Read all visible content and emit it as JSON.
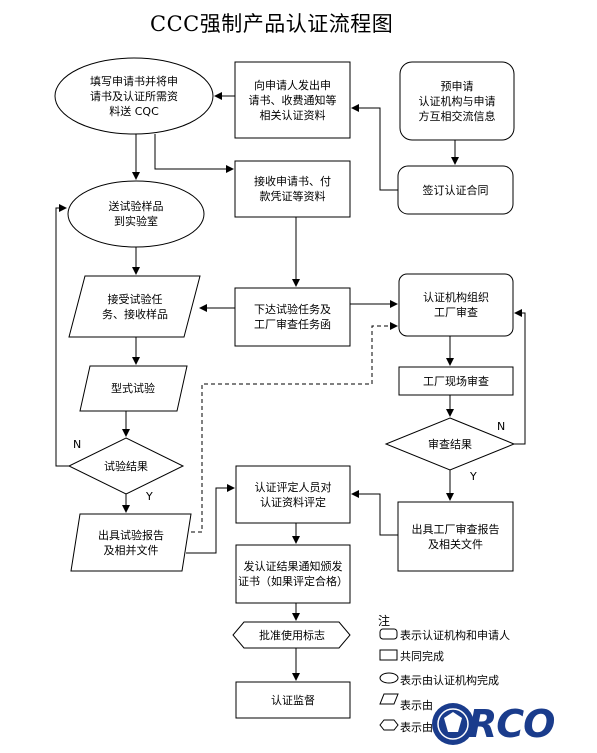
{
  "title": "CCC强制产品认证流程图",
  "nodes": {
    "fill_application": "填写申请书并将申\n请书及认证所需资\n料送 CQC",
    "send_application": "向申请人发出申\n请书、收费通知等\n相关认证资料",
    "pre_application": "预申请\n认证机构与申请\n方互相交流信息",
    "receive_application": "接收申请书、付\n款凭证等资料",
    "sign_contract": "签订认证合同",
    "send_samples": "送试验样品\n到实验室",
    "accept_task": "接受试验任\n务、接收样品",
    "issue_tasks": "下达试验任务及\n工厂审查任务函",
    "organize_audit": "认证机构组织\n工厂审查",
    "type_test": "型式试验",
    "factory_onsite_audit": "工厂现场审查",
    "test_result": "试验结果",
    "audit_result": "审查结果",
    "test_report": "出具试验报告\n及相并文件",
    "evaluation": "认证评定人员对\n认证资料评定",
    "factory_audit_report": "出具工厂审查报告\n及相关文件",
    "issue_certificate": "发认证结果通知颁发\n证书（如果评定合格）",
    "approve_mark": "批准使用标志",
    "supervision": "认证监督"
  },
  "branch_labels": {
    "test_no": "N",
    "test_yes": "Y",
    "audit_no": "N",
    "audit_yes": "Y"
  },
  "legend": {
    "heading": "注",
    "items": [
      {
        "shape": "rounded-rect",
        "text": "表示认证机构和申请人"
      },
      {
        "shape": "rect",
        "text": "共同完成"
      },
      {
        "shape": "ellipse",
        "text": "表示由认证机构完成"
      },
      {
        "shape": "parallelogram",
        "text": "表示由"
      },
      {
        "shape": "hexagon",
        "text": "表示由"
      }
    ]
  },
  "logo": {
    "text": "RCO",
    "color": "#1a3c8c"
  }
}
